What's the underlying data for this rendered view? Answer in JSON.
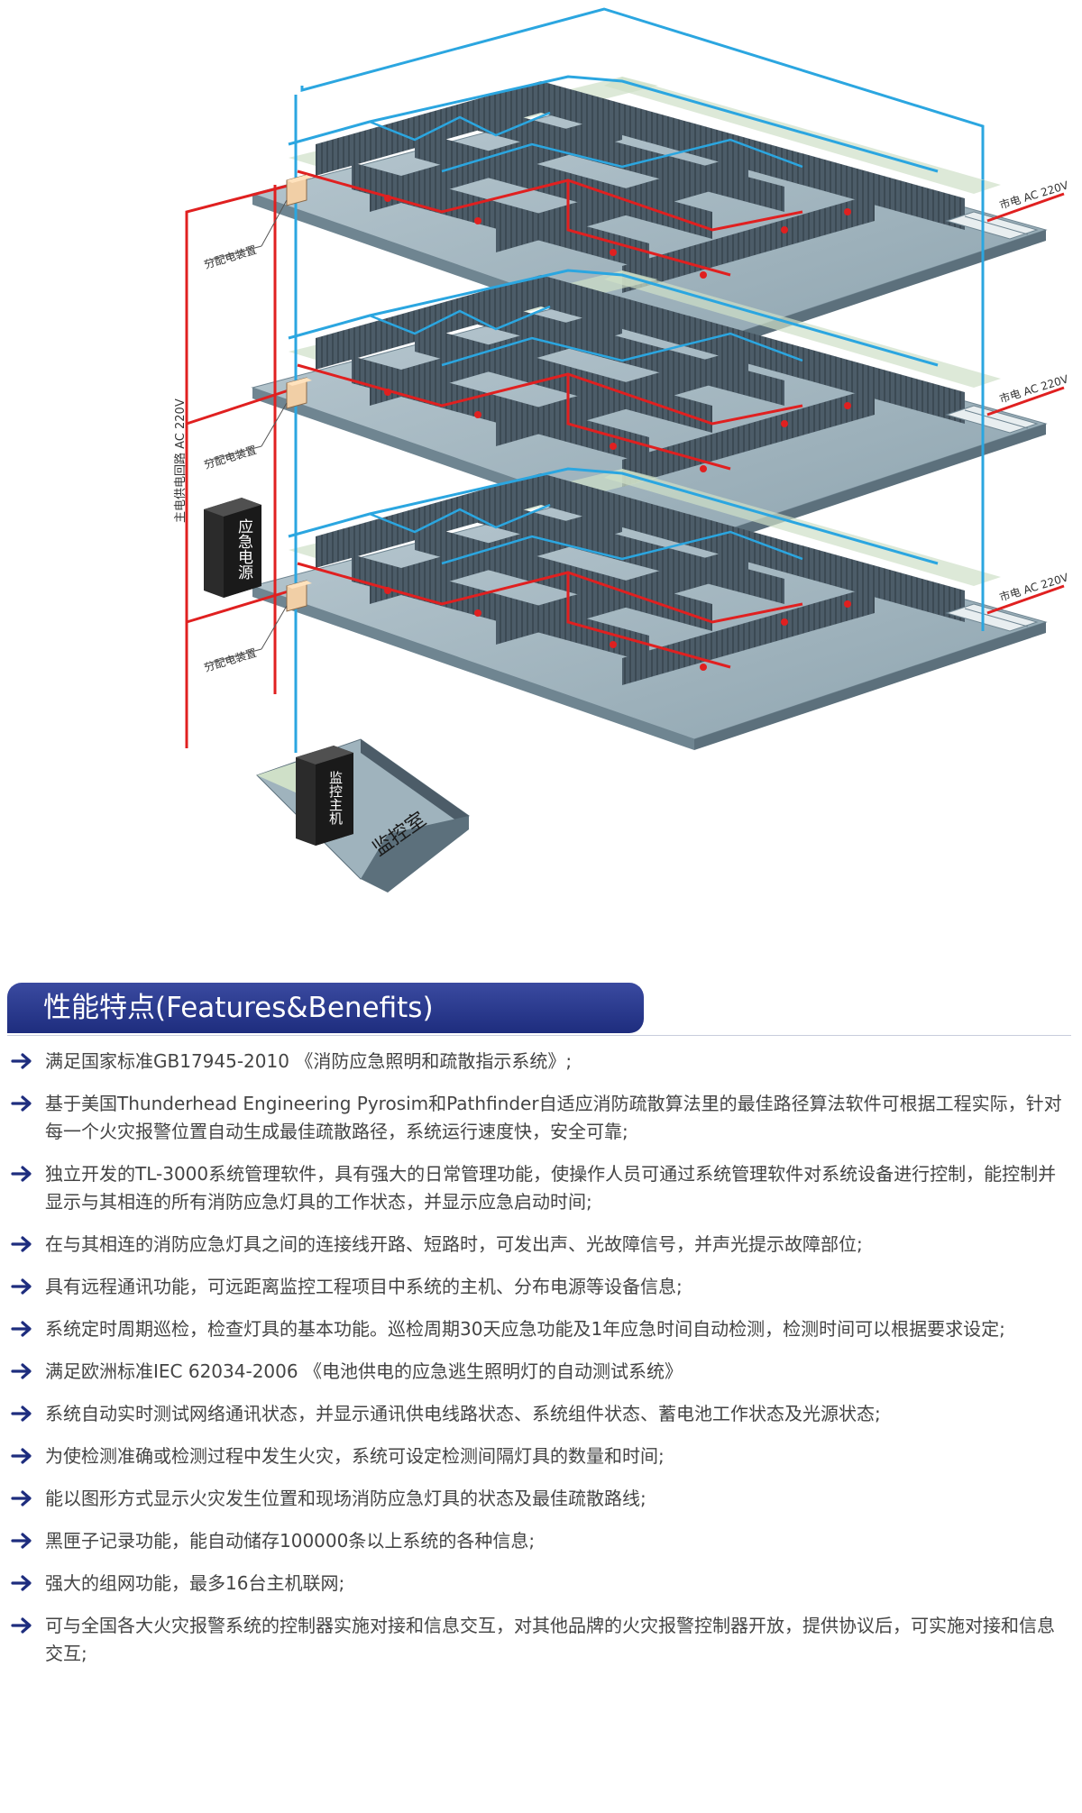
{
  "diagram": {
    "labels": {
      "main_power": "主电供电回路  AC 220V",
      "distributor": "分配电装置",
      "city_power": "市电 AC 220V",
      "emergency_power": "应急电源",
      "monitor_host": "监控主机",
      "monitor_room": "监控室"
    },
    "colors": {
      "power_line": "#e02020",
      "comm_line": "#2ba6e0",
      "floor": "#9fb3bd",
      "wall": "#4a5a66"
    }
  },
  "features": {
    "title": "性能特点(Features&Benefits)",
    "accent_color": "#1e2d7e",
    "items": [
      "满足国家标准GB17945-2010 《消防应急照明和疏散指示系统》;",
      "基于美国Thunderhead Engineering Pyrosim和Pathfinder自适应消防疏散算法里的最佳路径算法软件可根据工程实际，针对每一个火灾报警位置自动生成最佳疏散路径，系统运行速度快，安全可靠;",
      "独立开发的TL-3000系统管理软件，具有强大的日常管理功能，使操作人员可通过系统管理软件对系统设备进行控制，能控制并显示与其相连的所有消防应急灯具的工作状态，并显示应急启动时间;",
      "在与其相连的消防应急灯具之间的连接线开路、短路时，可发出声、光故障信号，并声光提示故障部位;",
      "具有远程通讯功能，可远距离监控工程项目中系统的主机、分布电源等设备信息;",
      "系统定时周期巡检，检查灯具的基本功能。巡检周期30天应急功能及1年应急时间自动检测，检测时间可以根据要求设定;",
      "满足欧洲标准IEC 62034-2006 《电池供电的应急逃生照明灯的自动测试系统》",
      "系统自动实时测试网络通讯状态，并显示通讯供电线路状态、系统组件状态、蓄电池工作状态及光源状态;",
      "为使检测准确或检测过程中发生火灾，系统可设定检测间隔灯具的数量和时间;",
      "能以图形方式显示火灾发生位置和现场消防应急灯具的状态及最佳疏散路线;",
      "黑匣子记录功能，能自动储存100000条以上系统的各种信息;",
      "强大的组网功能，最多16台主机联网;",
      "可与全国各大火灾报警系统的控制器实施对接和信息交互，对其他品牌的火灾报警控制器开放，提供协议后，可实施对接和信息交互;"
    ]
  }
}
